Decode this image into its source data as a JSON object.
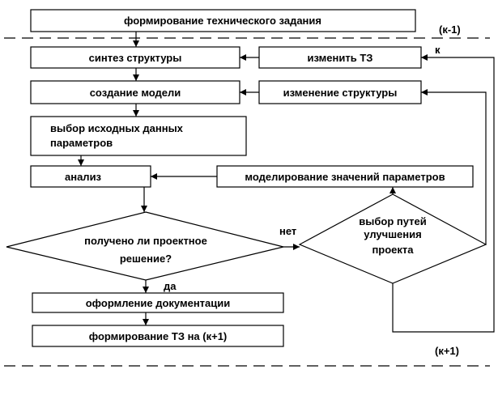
{
  "nodes": {
    "form_tz": "формирование технического задания",
    "synth": "синтез структуры",
    "change_tz": "изменить ТЗ",
    "create_model": "создание модели",
    "change_struct": "изменение структуры",
    "choose_data_1": "выбор исходных данных",
    "choose_data_2": "параметров",
    "analysis": "анализ",
    "modeling": "моделирование значений параметров",
    "decision_1": "получено ли проектное",
    "decision_2": "решение?",
    "improve_1": "выбор путей",
    "improve_2": "улучшения",
    "improve_3": "проекта",
    "docs": "оформление документации",
    "form_tz_next": "формирование ТЗ на (к+1)"
  },
  "labels": {
    "prev": "(к-1)",
    "k": "к",
    "no": "нет",
    "yes": "да",
    "next": "(к+1)"
  }
}
